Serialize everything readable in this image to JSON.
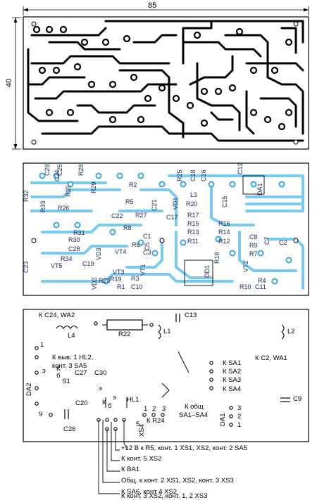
{
  "dimensions": {
    "width_label": "85",
    "height_label": "40"
  },
  "panel2_labels": [
    "C29",
    "C25",
    "R28",
    "R25",
    "C18",
    "C16",
    "C12",
    "R32",
    "R35",
    "R29",
    "C24",
    "L3",
    "R2",
    "R33",
    "C15",
    "R26",
    "DA1",
    "R5",
    "VD1",
    "R20",
    "C22",
    "R27",
    "C21",
    "C17",
    "R17",
    "R16",
    "R8",
    "R15",
    "R13",
    "R14",
    "R31",
    "R6",
    "R30",
    "C28",
    "VT4",
    "C5",
    "R11",
    "R12",
    "C8",
    "R9",
    "R7",
    "C7",
    "C1",
    "C3",
    "R34",
    "VT5",
    "C2",
    "C23",
    "C19",
    "R23",
    "VD3",
    "VT3",
    "VT1",
    "R18",
    "R19",
    "R3",
    "R1",
    "C10",
    "DD1",
    "VT2",
    "R4",
    "VD2",
    "R10",
    "C11"
  ],
  "panel3_labels": [
    "К C24, WA2",
    "C13",
    "R22",
    "L4",
    "L1",
    "L2",
    "К C2, WA1",
    "К выв. 1 HL2,",
    "конт. 3 SA5",
    "К SA1",
    "К SA2",
    "К SA3",
    "К SA4",
    "DA2",
    "S1",
    "C27",
    "C30",
    "C9",
    "C20",
    "HL1",
    "К общ",
    "SA1–SA4",
    "1",
    "2",
    "3",
    "5",
    "К R24",
    "XS4",
    "DA1",
    "C26",
    "1",
    "9",
    "3",
    "2",
    "1",
    "К",
    "б",
    "К",
    "б",
    "э",
    "э",
    "э"
  ],
  "wiring_notes": [
    "+12 В к R5, конт. 1 XS1, XS2, конт. 2 SA5",
    "К конт. 5 XS2",
    "К BA1",
    "Общ. к конт. 2 XS1, XS2, конт. 3 XS3",
    "К SA6, конт 4 XS2",
    "К конт. 3 XS2, конт. 1, 2 XS3"
  ]
}
